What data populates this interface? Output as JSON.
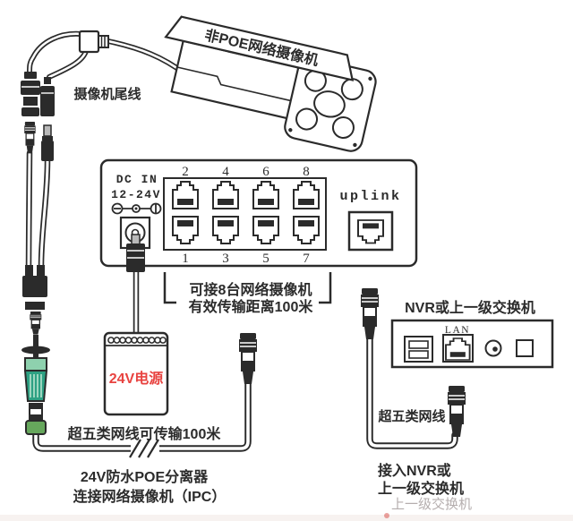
{
  "colors": {
    "line": "#2b2b2b",
    "red": "#e84340",
    "green_light": "#8ed1ae",
    "green_teal": "#2da183",
    "green_olive": "#66a75c",
    "faded_text": "#b5aeae"
  },
  "camera": {
    "label": "非POE网络摄像机",
    "pigtail_label": "摄像机尾线"
  },
  "switch": {
    "dc_in_line1": "DC IN",
    "dc_in_line2": "12-24V",
    "uplink_label": "uplink",
    "port_numbers_top": [
      "2",
      "4",
      "6",
      "8"
    ],
    "port_numbers_bottom": [
      "1",
      "3",
      "5",
      "7"
    ],
    "caption_line1": "可接8台网络摄像机",
    "caption_line2": "有效传输距离100米"
  },
  "power_supply": {
    "label": "24V电源"
  },
  "cables": {
    "left_label": "超五类网线可传输100米",
    "right_label": "超五类网线"
  },
  "splitter": {
    "caption_line1": "24V防水POE分离器",
    "caption_line2": "连接网络摄像机（IPC）"
  },
  "nvr": {
    "label": "NVR或上一级交换机",
    "lan_label": "LAN",
    "caption_line1": "接入NVR或",
    "caption_line2": "上一级交换机",
    "faded_caption": "上一级交换机"
  }
}
